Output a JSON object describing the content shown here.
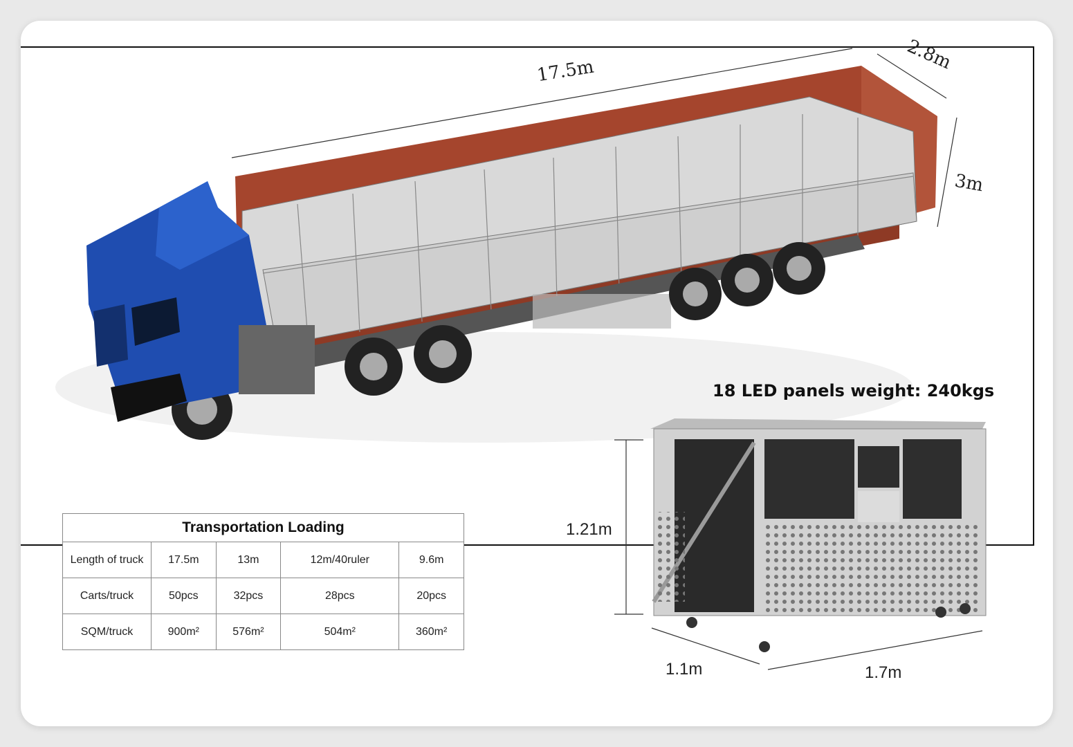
{
  "dimensions": {
    "truck_length": "17.5m",
    "container_width": "2.8m",
    "container_height": "3m",
    "cart_height": "1.21m",
    "cart_depth": "1.1m",
    "cart_length": "1.7m"
  },
  "cart_title": "18 LED panels weight: 240kgs",
  "table": {
    "title": "Transportation Loading",
    "rows": [
      {
        "label": "Length of truck",
        "values": [
          "17.5m",
          "13m",
          "12m/40ruler",
          "9.6m"
        ]
      },
      {
        "label": "Carts/truck",
        "values": [
          "50pcs",
          "32pcs",
          "28pcs",
          "20pcs"
        ]
      },
      {
        "label": "SQM/truck",
        "values": [
          "900m²",
          "576m²",
          "504m²",
          "360m²"
        ]
      }
    ]
  },
  "colors": {
    "cab": "#1f4db0",
    "container": "#a5452d",
    "cart": "#c9c9c9"
  }
}
